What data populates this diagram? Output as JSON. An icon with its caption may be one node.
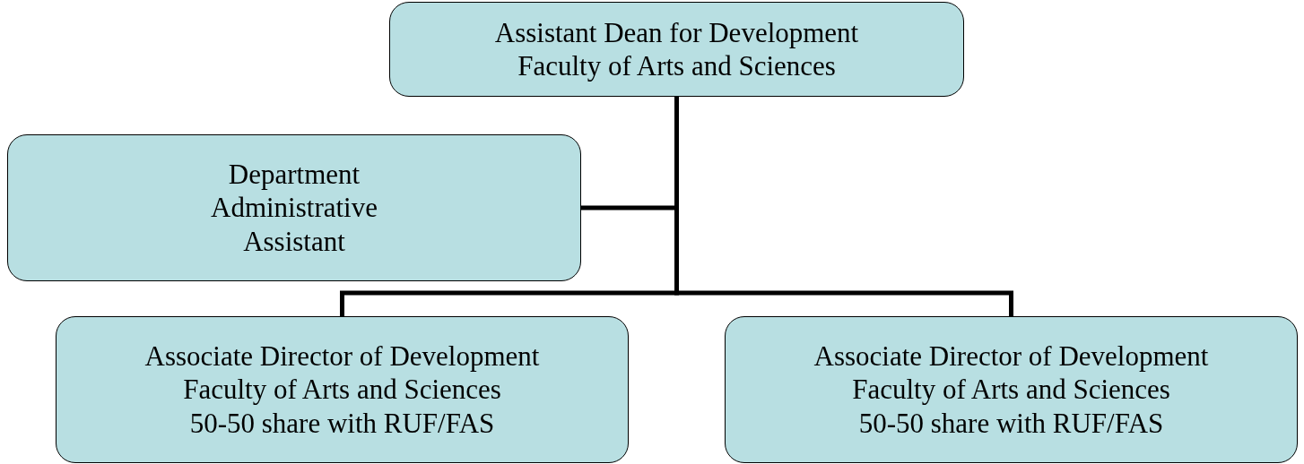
{
  "diagram": {
    "nodes": [
      {
        "text": [
          "Assistant Dean for Development",
          "Faculty of Arts and Sciences"
        ]
      },
      {
        "text": [
          "Department Administrative Assistant"
        ]
      },
      {
        "text": [
          "Associate Director of Development",
          "Faculty of Arts and Sciences",
          "50-50 share with RUF/FAS"
        ]
      },
      {
        "text": [
          "Associate Director of Development",
          "Faculty of Arts and Sciences",
          "50-50 share with RUF/FAS"
        ]
      }
    ],
    "edges": [
      {
        "from": 0,
        "to": 1,
        "arrow": "none"
      },
      {
        "from": 0,
        "to": 2,
        "arrow": "none"
      },
      {
        "from": 0,
        "to": 3,
        "arrow": "none"
      }
    ]
  }
}
